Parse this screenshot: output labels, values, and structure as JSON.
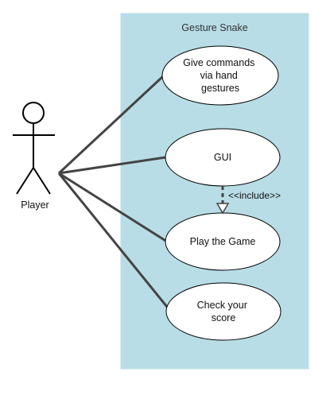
{
  "system": {
    "title": "Gesture Snake",
    "fill": "#b8dde6"
  },
  "actor": {
    "label": "Player"
  },
  "use_cases": [
    {
      "id": "uc-commands",
      "lines": [
        "Give commands",
        "via hand",
        "gestures"
      ]
    },
    {
      "id": "uc-gui",
      "lines": [
        "GUI"
      ]
    },
    {
      "id": "uc-play",
      "lines": [
        "Play the Game"
      ]
    },
    {
      "id": "uc-score",
      "lines": [
        "Check your",
        "score"
      ]
    }
  ],
  "include_relation": {
    "label": "<<include>>"
  }
}
